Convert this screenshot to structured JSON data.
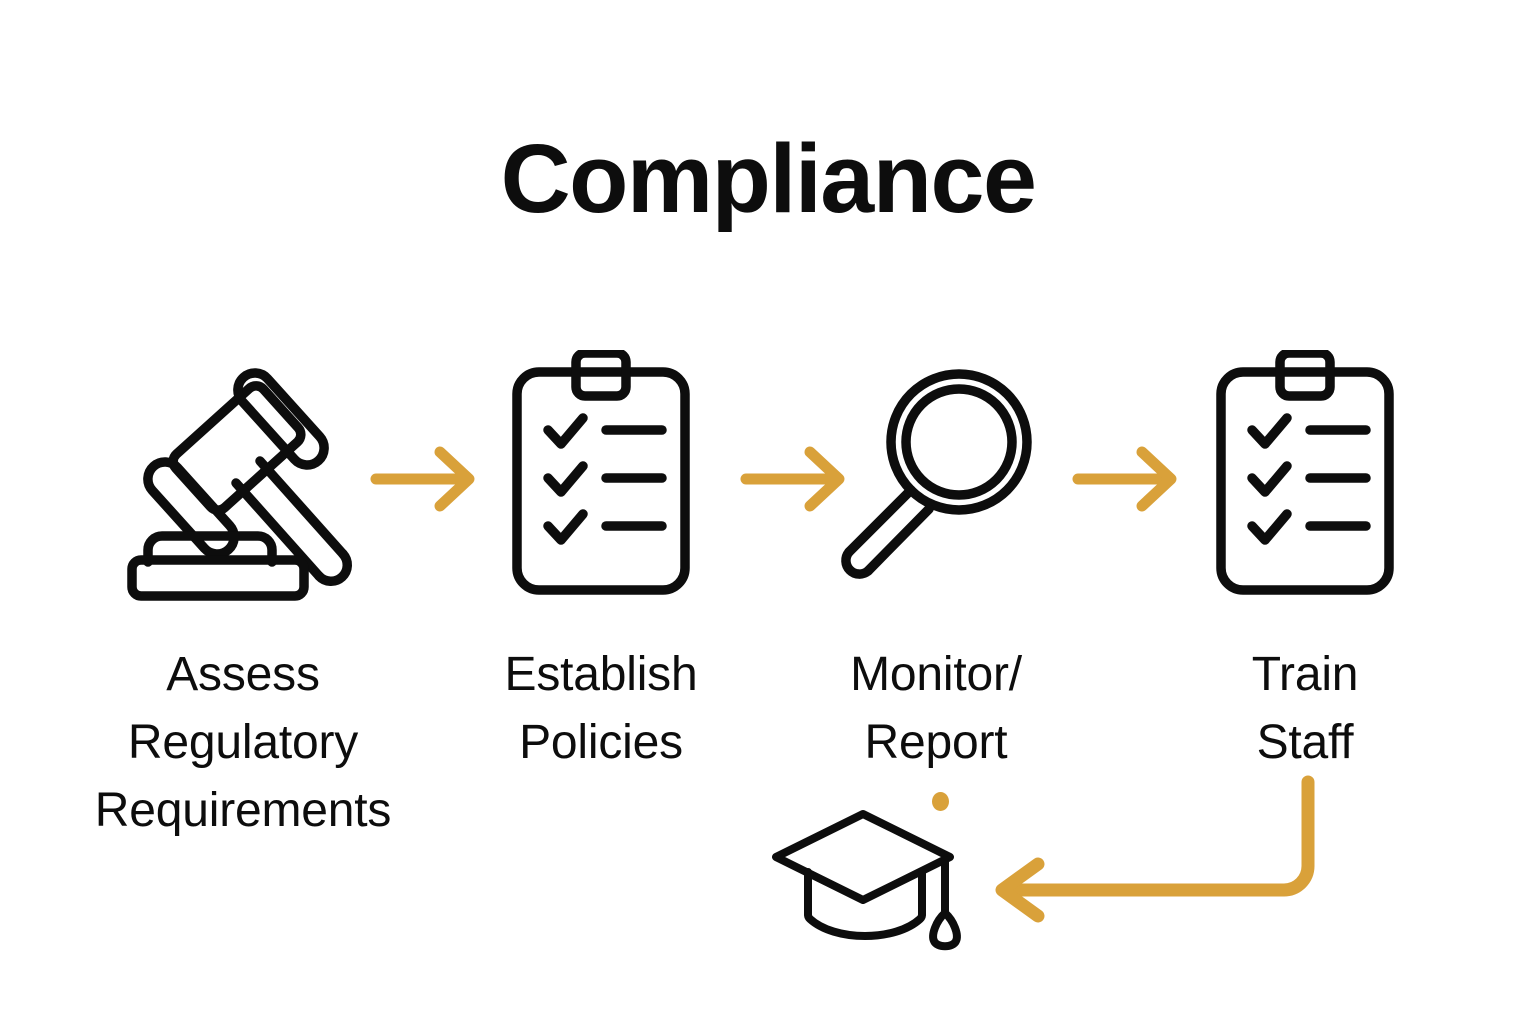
{
  "page": {
    "title": "Compliance",
    "background_color": "#ffffff",
    "stroke_color": "#0d0d0d",
    "accent_color": "#d9a13a"
  },
  "steps": [
    {
      "id": "assess-regulatory-requirements",
      "label": "Assess\nRegulatory\nRequirements",
      "icon": "gavel-icon",
      "order": 1
    },
    {
      "id": "establish-policies",
      "label": "Establish\nPolicies",
      "icon": "clipboard-checklist-icon",
      "order": 2
    },
    {
      "id": "monitor-report",
      "label": "Monitor/\nReport",
      "icon": "magnifying-glass-icon",
      "order": 3
    },
    {
      "id": "train-staff",
      "label": "Train\nStaff",
      "icon": "clipboard-checklist-icon",
      "order": 4
    }
  ],
  "connectors": [
    {
      "id": "arrow-assess-to-establish",
      "icon": "arrow-right-icon",
      "direction": "right"
    },
    {
      "id": "arrow-establish-to-monitor",
      "icon": "arrow-right-icon",
      "direction": "right"
    },
    {
      "id": "arrow-monitor-to-train",
      "icon": "arrow-right-icon",
      "direction": "right"
    },
    {
      "id": "arrow-train-to-graduation",
      "icon": "feedback-loop-arrow-icon",
      "direction": "left"
    }
  ],
  "decorations": [
    {
      "id": "graduation-cap",
      "icon": "graduation-cap-icon"
    },
    {
      "id": "loop-dot",
      "icon": "dot-icon",
      "color": "#d9a13a"
    }
  ]
}
